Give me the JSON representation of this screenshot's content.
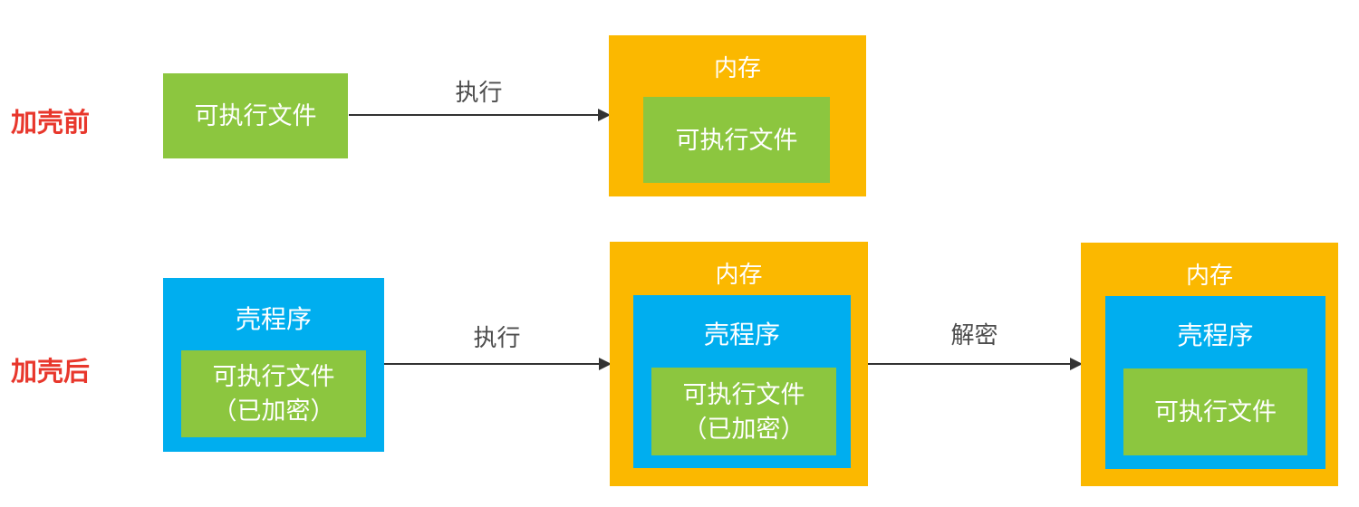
{
  "colors": {
    "green": "#8CC63F",
    "orange": "#FBB800",
    "blue": "#00AEEF",
    "red": "#E8372C",
    "label-gray": "#4D4D4D",
    "arrow": "#333333"
  },
  "diagram": {
    "before": {
      "label": "加壳前",
      "exe_box_label": "可执行文件",
      "arrow_label": "执行",
      "memory": {
        "title": "内存",
        "exe_label": "可执行文件"
      }
    },
    "after": {
      "label": "加壳后",
      "shell": {
        "title": "壳程序",
        "exe_line1": "可执行文件",
        "exe_line2": "（已加密）"
      },
      "arrow1_label": "执行",
      "memory1": {
        "title": "内存",
        "shell_title": "壳程序",
        "exe_line1": "可执行文件",
        "exe_line2": "（已加密）"
      },
      "arrow2_label": "解密",
      "memory2": {
        "title": "内存",
        "shell_title": "壳程序",
        "exe_label": "可执行文件"
      }
    }
  }
}
